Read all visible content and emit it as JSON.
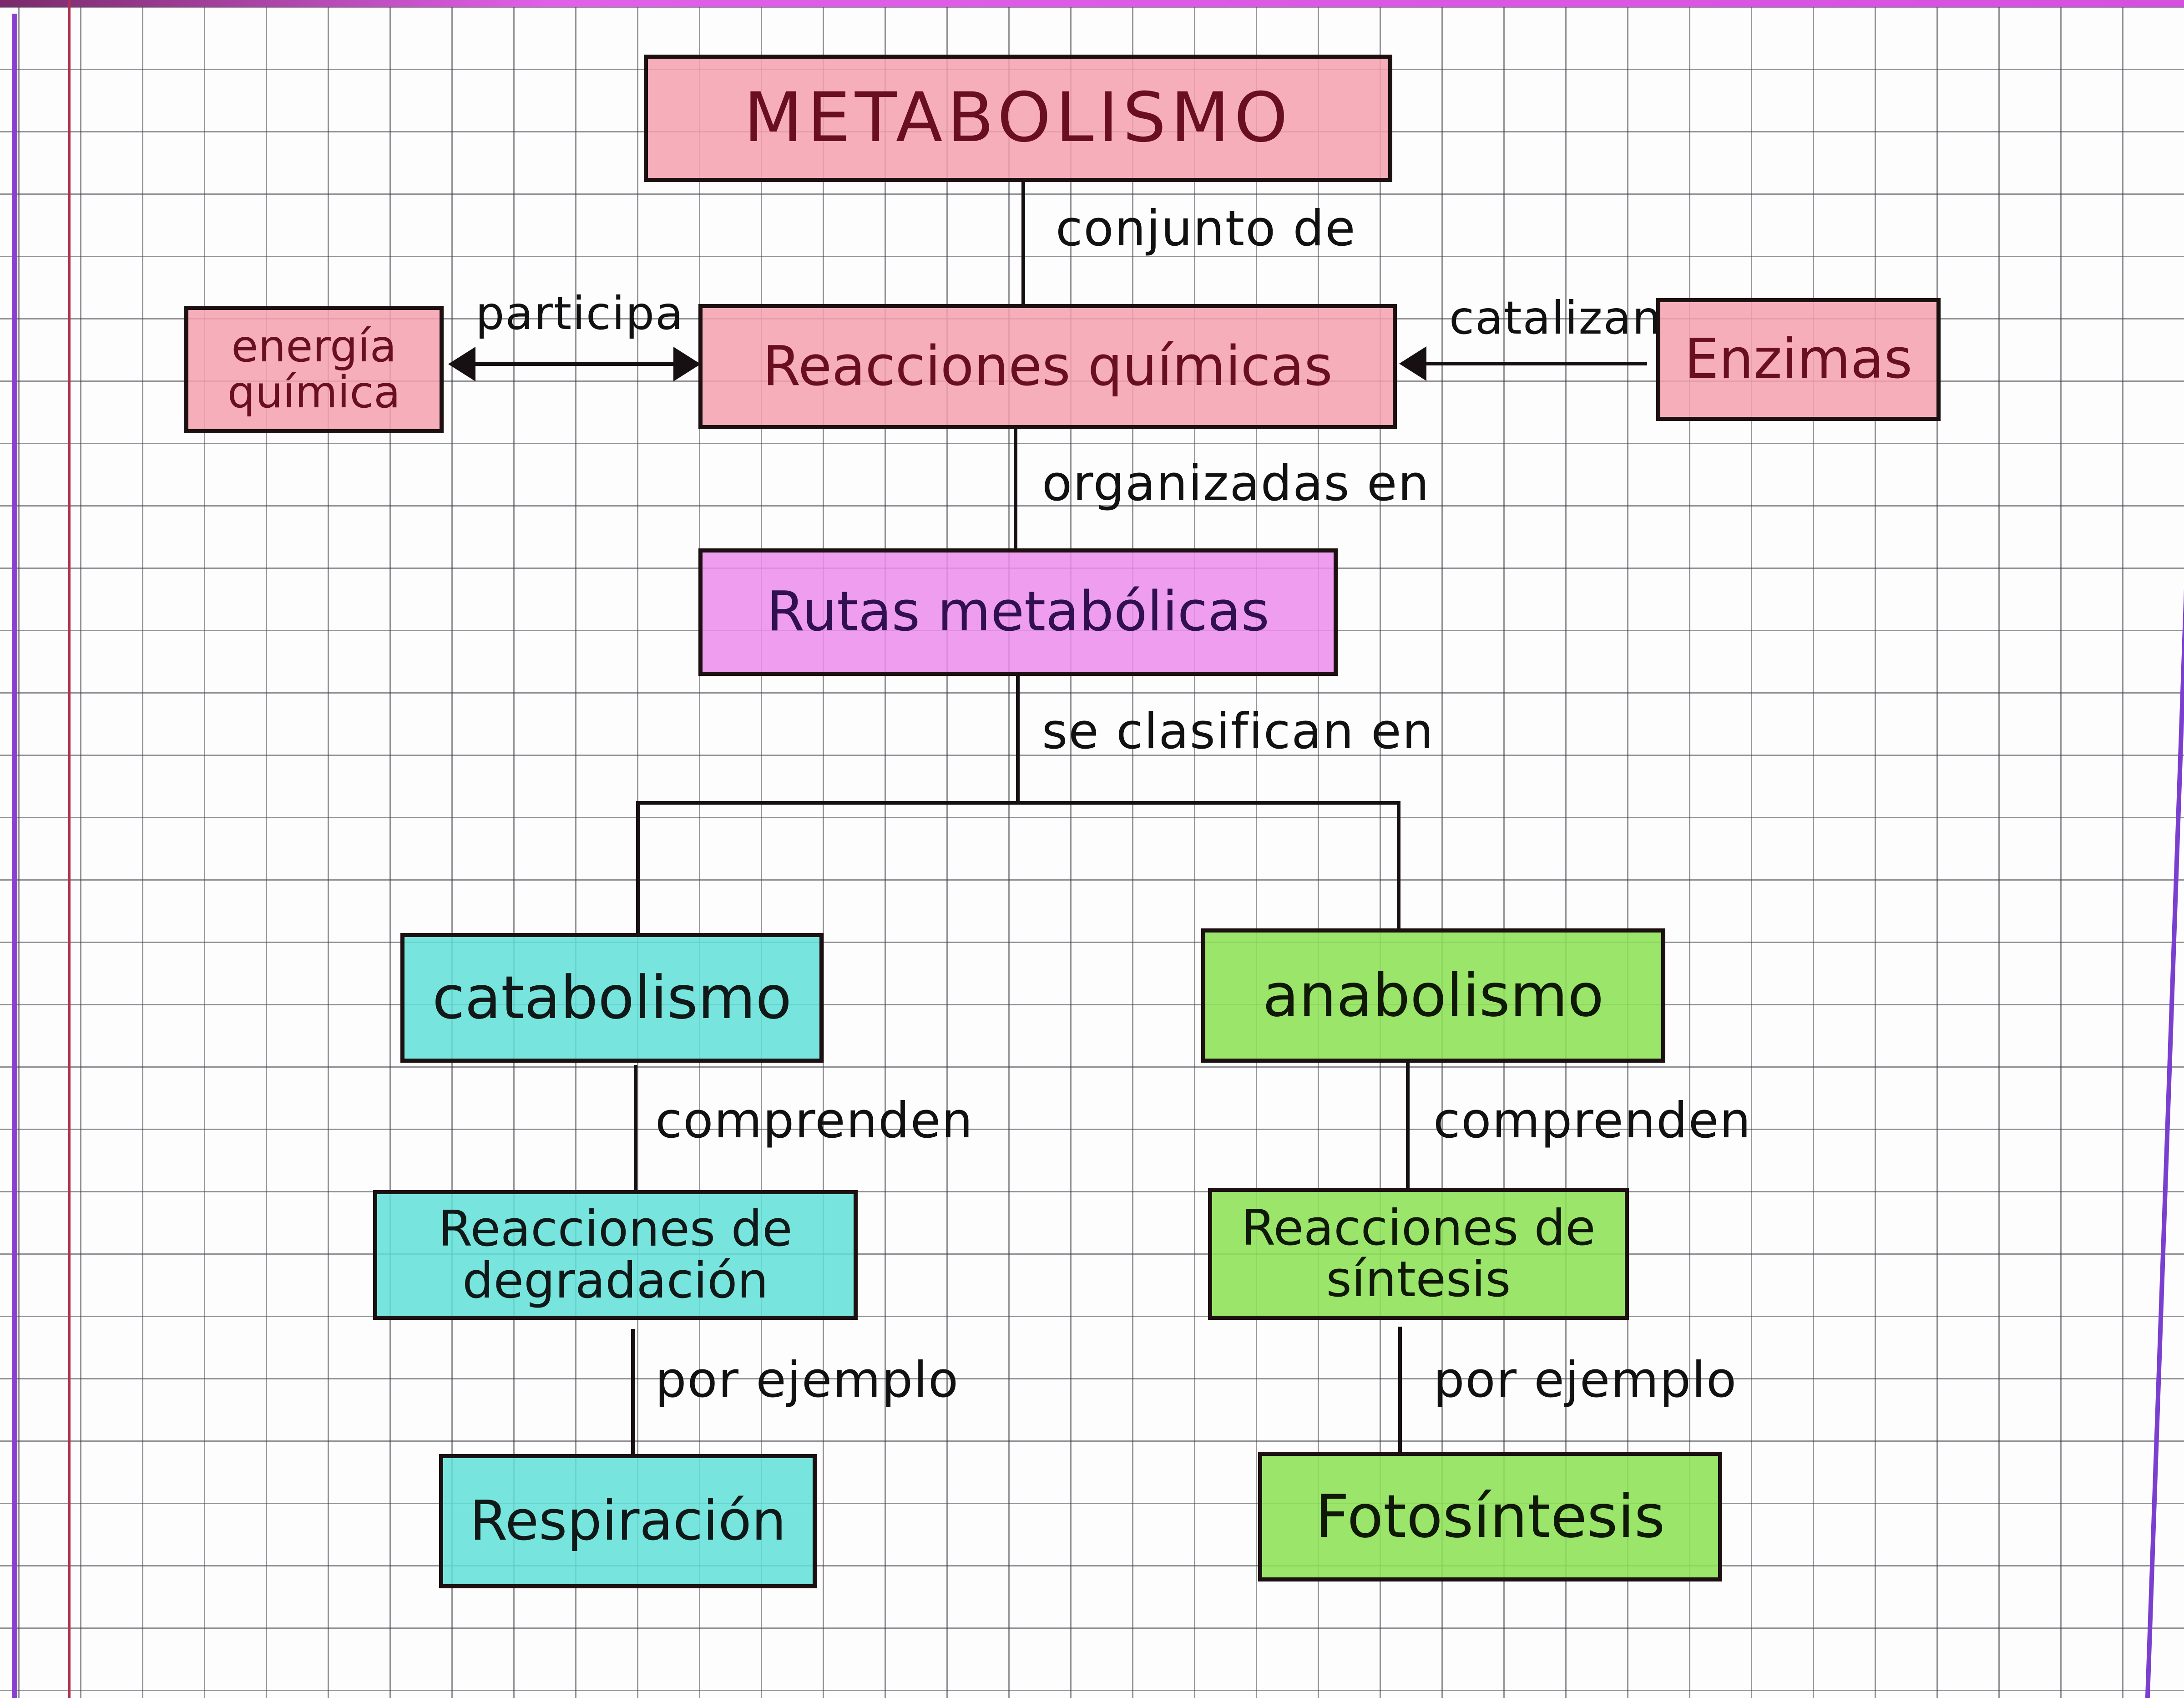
{
  "diagram": {
    "title": "METABOLISMO",
    "nodes": {
      "metabolismo": "METABOLISMO",
      "reacciones_quimicas": "Reacciones químicas",
      "energia_quimica": "energía\nquímica",
      "enzimas": "Enzimas",
      "rutas_metabolicas": "Rutas metabólicas",
      "catabolismo": "catabolismo",
      "anabolismo": "anabolismo",
      "reacciones_degradacion": "Reacciones de\ndegradación",
      "reacciones_sintesis": "Reacciones de\nsíntesis",
      "respiracion": "Respiración",
      "fotosintesis": "Fotosíntesis"
    },
    "links": {
      "metabolismo_to_reacciones": "conjunto de",
      "energia_reacciones": "participa",
      "enzimas_reacciones": "catalizan",
      "reacciones_to_rutas": "organizadas en",
      "rutas_to_branches": "se clasifican en",
      "catabolismo_to_degradacion": "comprenden",
      "anabolismo_to_sintesis": "comprenden",
      "degradacion_to_respiracion": "por ejemplo",
      "sintesis_to_fotosintesis": "por ejemplo"
    },
    "colors": {
      "pink": "#F5A0AF",
      "violet": "#EC8CEC",
      "cyan": "#5FE1D7",
      "green": "#8CE155",
      "ink": "#161012",
      "grid": "#3C3C46",
      "margin_line": "#B03050",
      "page_edge": "#8A3FD0"
    }
  }
}
